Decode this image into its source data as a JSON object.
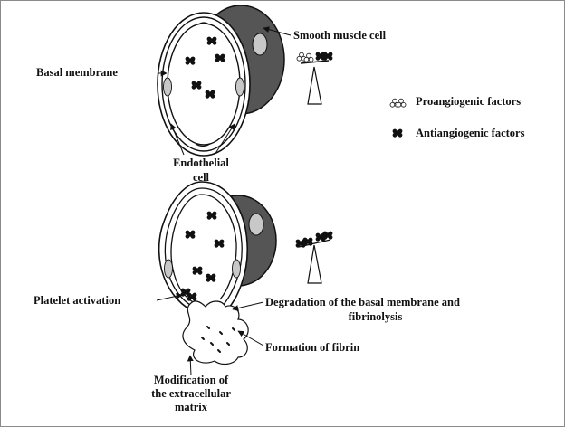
{
  "labels": {
    "smooth_muscle_cell": "Smooth muscle cell",
    "basal_membrane": "Basal membrane",
    "endothelial_cell_line1": "Endothelial",
    "endothelial_cell_line2": "cell",
    "proangiogenic_factors": "Proangiogenic factors",
    "antiangiogenic_factors": "Antiangiogenic factors",
    "platelet_activation": "Platelet activation",
    "degradation_line1": "Degradation of the basal membrane and",
    "degradation_line2": "fibrinolysis",
    "formation_of_fibrin": "Formation of fibrin",
    "modification_line1": "Modification of",
    "modification_line2": "the extracellular",
    "modification_line3": "matrix"
  },
  "colors": {
    "smooth_muscle": "#555555",
    "antiangiogenic": "#111111",
    "proangiogenic": "#ffffff",
    "vessel_outline": "#111111",
    "lumen": "#ffffff"
  },
  "icons": {
    "balance": "balance-scale-icon",
    "pro_factor": "proangiogenic-factor-icon",
    "anti_factor": "antiangiogenic-factor-icon"
  }
}
